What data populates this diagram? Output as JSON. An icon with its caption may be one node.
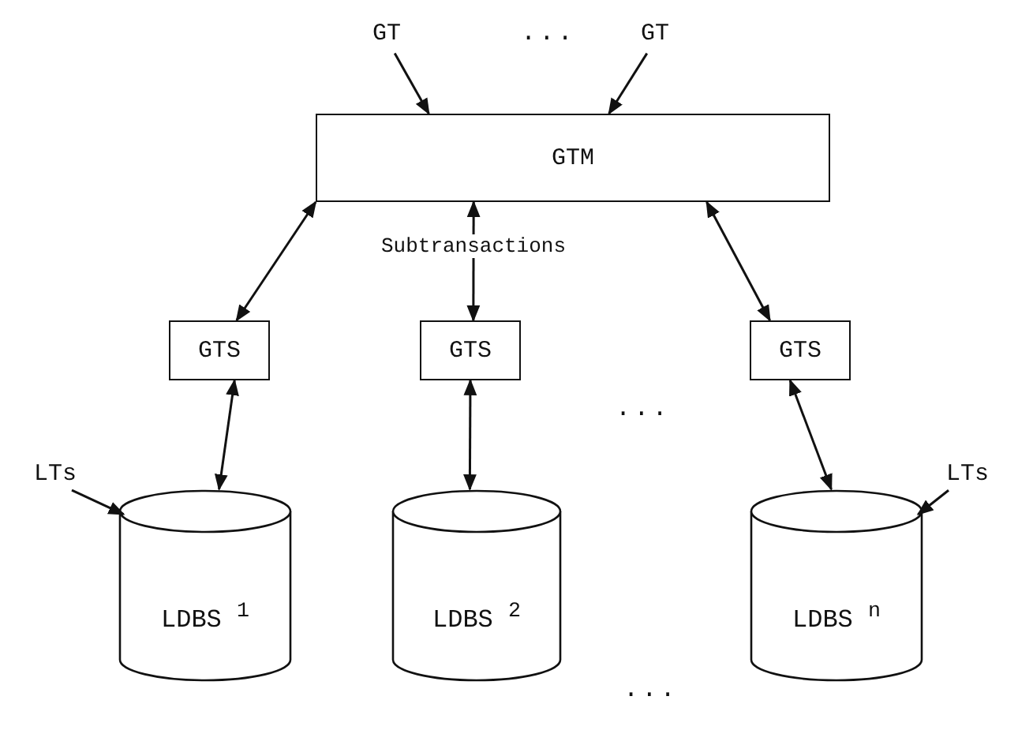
{
  "diagram": {
    "nodes": [
      {
        "text": [
          "GT"
        ]
      },
      {
        "text": [
          "GT"
        ]
      },
      {
        "text": [
          "GTM"
        ]
      },
      {
        "text": [
          "GTS"
        ]
      },
      {
        "text": [
          "GTS"
        ]
      },
      {
        "text": [
          "GTS"
        ]
      },
      {
        "text": [
          "LTs"
        ]
      },
      {
        "text": [
          "LDBS $^{1}$"
        ]
      },
      {
        "text": [
          "LDBS $^{2}$"
        ]
      },
      {
        "text": [
          "LDBS $^{n}$"
        ]
      },
      {
        "text": [
          "LTs"
        ]
      }
    ],
    "edges": [
      {
        "from": 0,
        "to": 2,
        "arrow": "to"
      },
      {
        "from": 1,
        "to": 2,
        "arrow": "to"
      },
      {
        "from": 2,
        "to": 3,
        "arrow": "both"
      },
      {
        "from": 2,
        "to": 4,
        "arrow": "both",
        "label": "Subtransactions"
      },
      {
        "from": 2,
        "to": 5,
        "arrow": "both"
      },
      {
        "from": 3,
        "to": 7,
        "arrow": "both"
      },
      {
        "from": 4,
        "to": 8,
        "arrow": "both"
      },
      {
        "from": 5,
        "to": 9,
        "arrow": "both"
      },
      {
        "from": 6,
        "to": 7,
        "arrow": "to"
      },
      {
        "from": 10,
        "to": 9,
        "arrow": "to"
      }
    ],
    "labels": [
      "...",
      "...",
      "..."
    ]
  }
}
